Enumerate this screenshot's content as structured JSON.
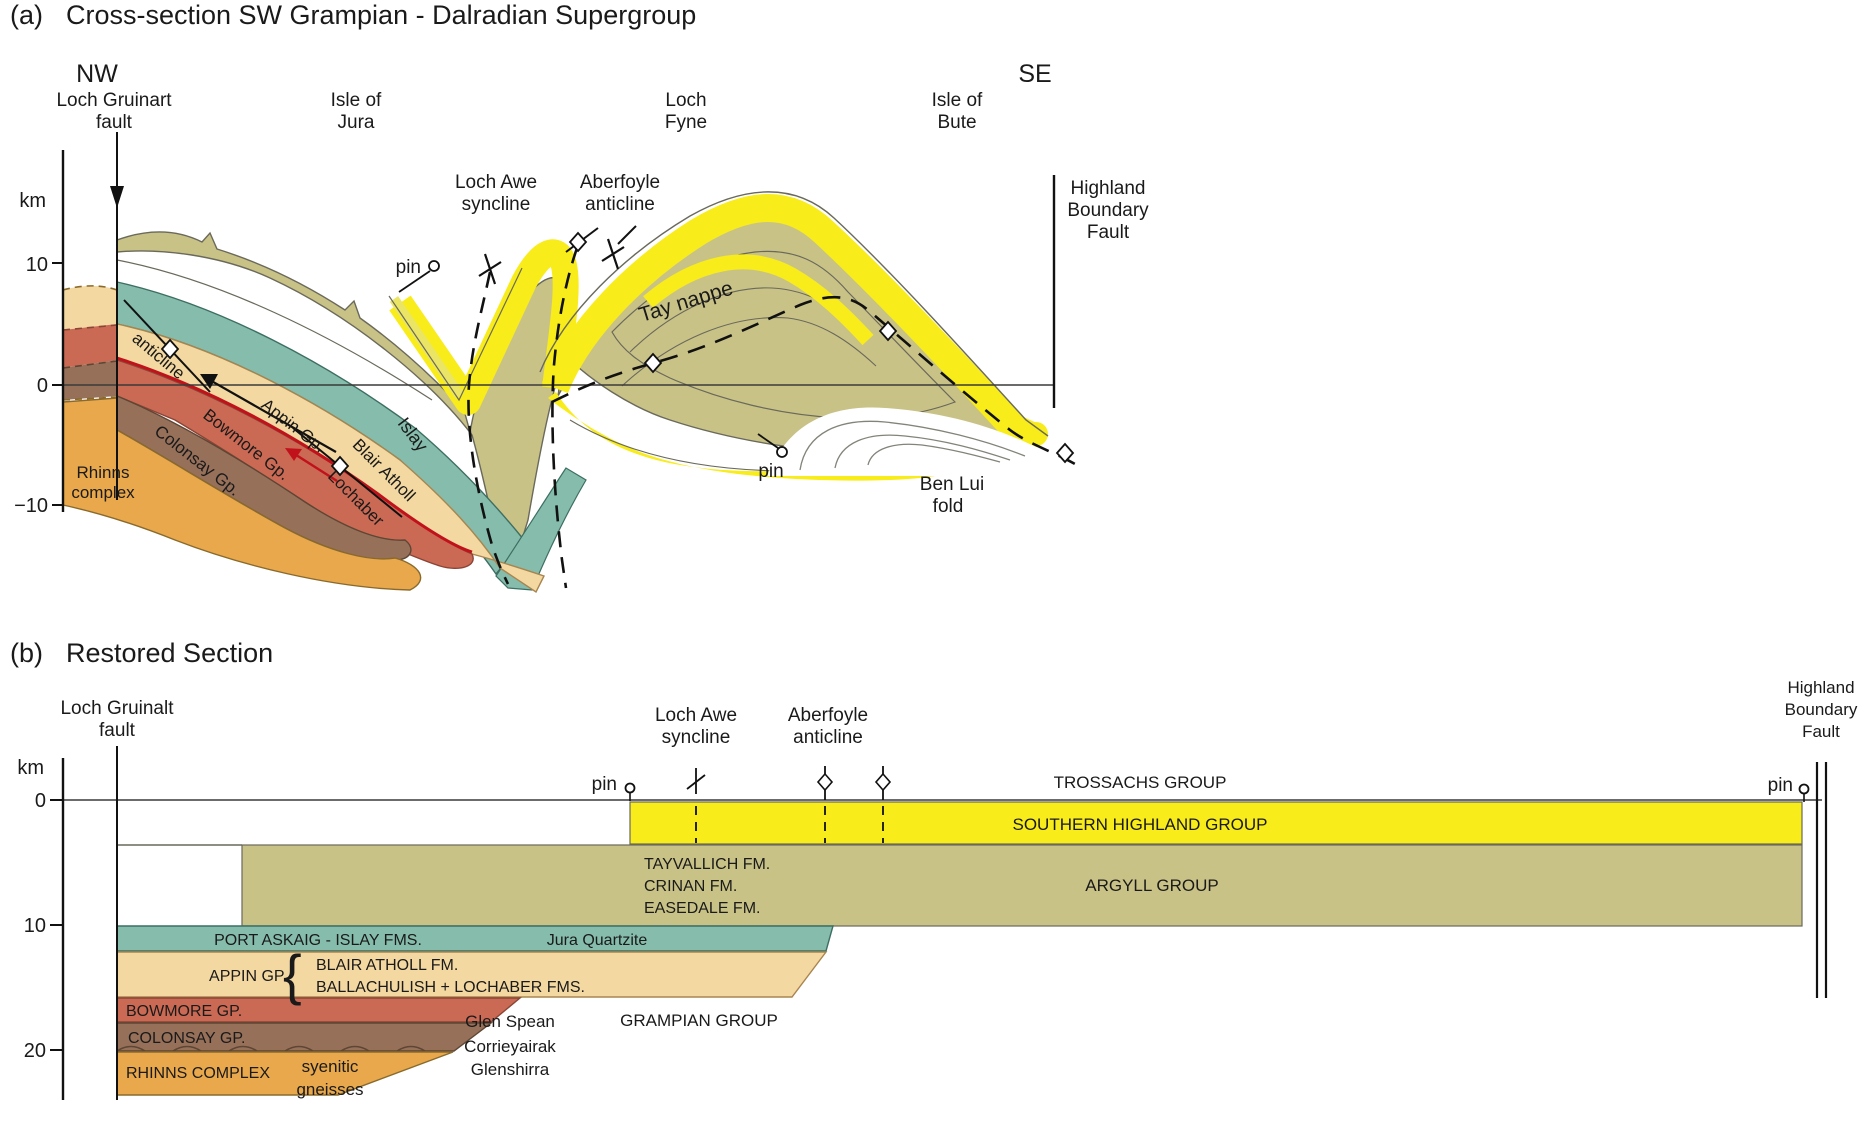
{
  "panel_a": {
    "tag": "(a)",
    "title": "Cross-section SW Grampian - Dalradian Supergroup",
    "compass_nw": "NW",
    "compass_se": "SE",
    "axis": {
      "unit": "km",
      "t10": "10",
      "t0": "0",
      "tm10": "−10"
    },
    "labels": {
      "loch_gruinart_1": "Loch Gruinart",
      "loch_gruinart_2": "fault",
      "isle_jura_1": "Isle of",
      "isle_jura_2": "Jura",
      "loch_fyne_1": "Loch",
      "loch_fyne_2": "Fyne",
      "isle_bute_1": "Isle of",
      "isle_bute_2": "Bute",
      "loch_awe_1": "Loch Awe",
      "loch_awe_2": "syncline",
      "aberfoyle_1": "Aberfoyle",
      "aberfoyle_2": "anticline",
      "hbf_1": "Highland",
      "hbf_2": "Boundary",
      "hbf_3": "Fault",
      "pin_nw": "pin",
      "pin_se": "pin",
      "anticline": "anticline",
      "appin": "Appin Gp.",
      "bowmore": "Bowmore Gp.",
      "colonsay": "Colonsay Gp.",
      "rhinns_1": "Rhinns",
      "rhinns_2": "complex",
      "islay": "Islay",
      "blair_atholl": "Blair Atholl",
      "lochaber": "Lochaber",
      "tay_nappe": "Tay nappe",
      "ben_lui_1": "Ben Lui",
      "ben_lui_2": "fold"
    }
  },
  "panel_b": {
    "tag": "(b)",
    "title": "Restored Section",
    "axis": {
      "unit": "km",
      "t0": "0",
      "t10": "10",
      "t20": "20"
    },
    "labels": {
      "loch_gruinalt_1": "Loch Gruinalt",
      "loch_gruinalt_2": "fault",
      "loch_awe_1": "Loch Awe",
      "loch_awe_2": "syncline",
      "aberfoyle_1": "Aberfoyle",
      "aberfoyle_2": "anticline",
      "hbf_1": "Highland",
      "hbf_2": "Boundary",
      "hbf_3": "Fault",
      "pin_left": "pin",
      "pin_right": "pin"
    },
    "units": {
      "trossachs": "TROSSACHS GROUP",
      "southern_highland": "SOUTHERN HIGHLAND GROUP",
      "argyll": "ARGYLL GROUP",
      "tayvallich": "TAYVALLICH FM.",
      "crinan": "CRINAN FM.",
      "easedale": "EASEDALE FM.",
      "port_askaig": "PORT ASKAIG - ISLAY FMS.",
      "jura_quartzite": "Jura Quartzite",
      "appin_gp": "APPIN GP.",
      "brace": "{",
      "blair_atholl": "BLAIR ATHOLL FM.",
      "ballachulish": "BALLACHULISH + LOCHABER FMS.",
      "bowmore_gp": "BOWMORE GP.",
      "colonsay_gp": "COLONSAY GP.",
      "rhinns_complex": "RHINNS COMPLEX",
      "syenitic_1": "syenitic",
      "syenitic_2": "gneisses",
      "glen_spean": "Glen Spean",
      "corrieyairak": "Corrieyairak",
      "glenshirra": "Glenshirra",
      "grampian": "GRAMPIAN GROUP"
    }
  },
  "colors": {
    "yellow": "#f8ec1a",
    "pale_yellow": "#ebe566",
    "olive": "#c9c287",
    "teal": "#85bcab",
    "tan": "#f4d8a1",
    "salmon": "#cb6a54",
    "brown": "#97705a",
    "orange": "#e8a84b",
    "red_fault": "#c1121c",
    "outline": "#5f5e52",
    "line_dark": "#1a1a1a"
  }
}
